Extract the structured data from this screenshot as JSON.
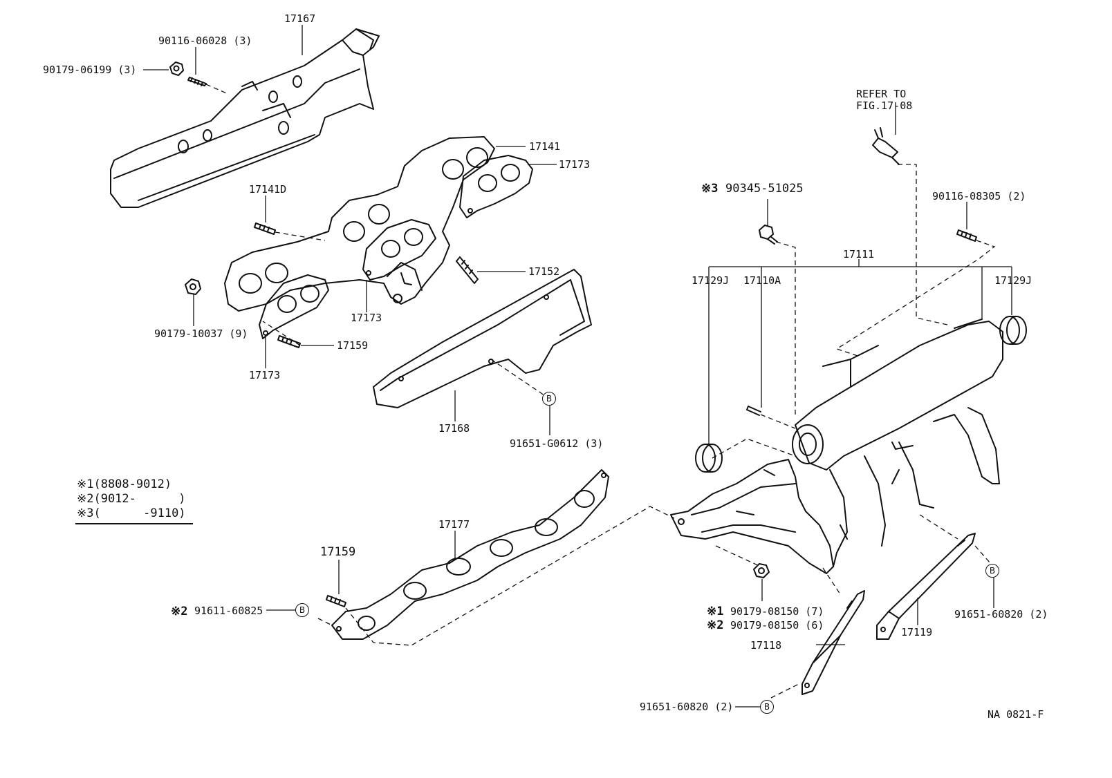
{
  "labels": {
    "p17167": "17167",
    "p90116_06028": "90116-06028 (3)",
    "p90179_06199": "90179-06199 (3)",
    "p17141": "17141",
    "p17173_top": "17173",
    "p17141D": "17141D",
    "p17152": "17152",
    "p90179_10037": "90179-10037 (9)",
    "p17173_mid": "17173",
    "p17159_a": "17159",
    "p17173_low": "17173",
    "p17168": "17168",
    "p91651_G0612": "91651-G0612 (3)",
    "refer": "REFER TO\nFIG.17-08",
    "p90345_51025": "90345-51025",
    "p90116_08305": "90116-08305 (2)",
    "p17111": "17111",
    "p17129J_left": "17129J",
    "p17110A": "17110A",
    "p17129J_right": "17129J",
    "p17177": "17177",
    "p17159_b": "17159",
    "p91611_60825": "91611-60825",
    "p90179_08150_7": "90179-08150 (7)",
    "p90179_08150_6": "90179-08150 (6)",
    "p17118": "17118",
    "p17119": "17119",
    "p91651_60820_right": "91651-60820 (2)",
    "p91651_60820_bottom": "91651-60820 (2)",
    "code": "NA 0821-F"
  },
  "marks": {
    "m1": "※1",
    "m2": "※2",
    "m3": "※3",
    "b": "B"
  },
  "legend": {
    "line1": "※1(8808-9012)",
    "line2": "※2(9012-      )",
    "line3": "※3(      -9110)"
  }
}
